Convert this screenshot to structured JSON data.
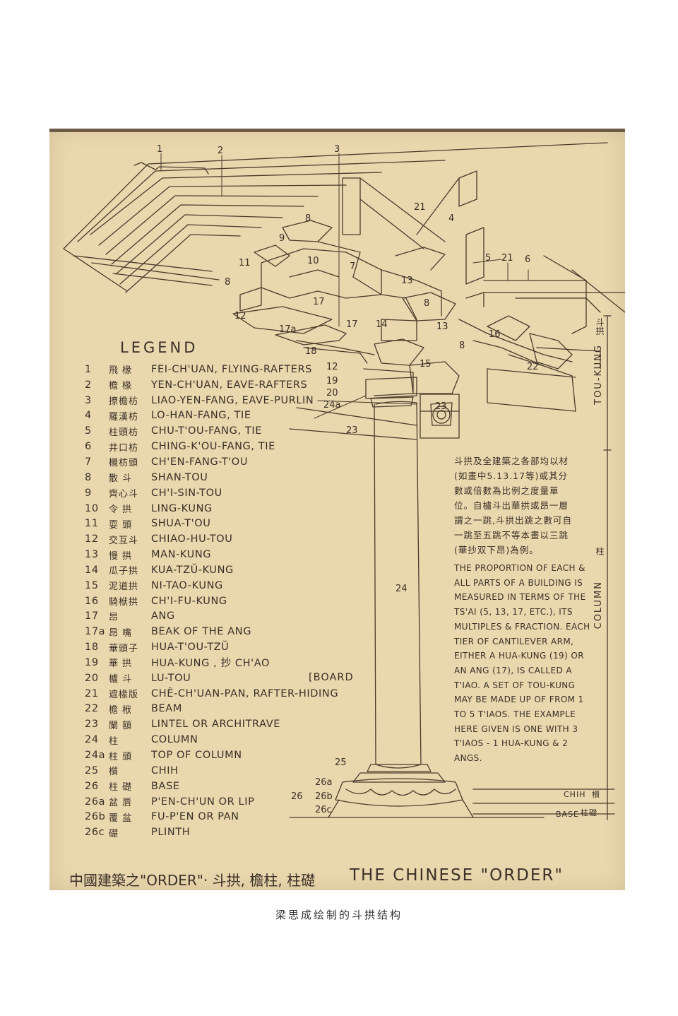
{
  "legend": {
    "title": "LEGEND",
    "items": [
      {
        "num": "1",
        "cn": "飛 椽",
        "en": "FEI-CH'UAN, FLYING-RAFTERS"
      },
      {
        "num": "2",
        "cn": "檐 椽",
        "en": "YEN-CH'UAN, EAVE-RAFTERS"
      },
      {
        "num": "3",
        "cn": "撩檐枋",
        "en": "LIAO-YEN-FANG, EAVE-PURLIN"
      },
      {
        "num": "4",
        "cn": "羅漢枋",
        "en": "LO-HAN-FANG, TIE"
      },
      {
        "num": "5",
        "cn": "柱頭枋",
        "en": "CHU-T'OU-FANG, TIE"
      },
      {
        "num": "6",
        "cn": "井口枋",
        "en": "CHING-K'OU-FANG, TIE"
      },
      {
        "num": "7",
        "cn": "櫬枋頭",
        "en": "CH'EN-FANG-T'OU"
      },
      {
        "num": "8",
        "cn": "散 斗",
        "en": "SHAN-TOU"
      },
      {
        "num": "9",
        "cn": "齊心斗",
        "en": "CH'I-SIN-TOU"
      },
      {
        "num": "10",
        "cn": "令 拱",
        "en": "LING-KUNG"
      },
      {
        "num": "11",
        "cn": "耍 頭",
        "en": "SHUA-T'OU"
      },
      {
        "num": "12",
        "cn": "交互斗",
        "en": "CHIAO-HU-TOU"
      },
      {
        "num": "13",
        "cn": "慢 拱",
        "en": "MAN-KUNG"
      },
      {
        "num": "14",
        "cn": "瓜子拱",
        "en": "KUA-TZŬ-KUNG"
      },
      {
        "num": "15",
        "cn": "泥道拱",
        "en": "NI-TAO-KUNG"
      },
      {
        "num": "16",
        "cn": "騎栿拱",
        "en": "CH'I-FU-KUNG"
      },
      {
        "num": "17",
        "cn": "昂",
        "en": "ANG"
      },
      {
        "num": "17a",
        "cn": "昂 嘴",
        "en": "BEAK OF THE ANG"
      },
      {
        "num": "18",
        "cn": "華頭子",
        "en": "HUA-T'OU-TZŬ"
      },
      {
        "num": "19",
        "cn": "華 拱",
        "en": "HUA-KUNG , 抄 CH'AO"
      },
      {
        "num": "20",
        "cn": "櫨 斗",
        "en": "LU-TOU"
      },
      {
        "num": "21",
        "cn": "遮椽版",
        "en": "CHÊ-CH'UAN-PAN, RAFTER-HIDING"
      },
      {
        "num": "22",
        "cn": "檐 栿",
        "en": "BEAM"
      },
      {
        "num": "23",
        "cn": "闌 額",
        "en": "LINTEL OR ARCHITRAVE"
      },
      {
        "num": "24",
        "cn": "柱",
        "en": "COLUMN"
      },
      {
        "num": "24a",
        "cn": "柱 頭",
        "en": "TOP OF COLUMN"
      },
      {
        "num": "25",
        "cn": "櫍",
        "en": "CHIH"
      },
      {
        "num": "26",
        "cn": "柱 礎",
        "en": "BASE"
      },
      {
        "num": "26a",
        "cn": "盆 唇",
        "en": "P'EN-CH'UN OR LIP"
      },
      {
        "num": "26b",
        "cn": "覆 盆",
        "en": "FU-P'EN OR PAN"
      },
      {
        "num": "26c",
        "cn": "礎",
        "en": "PLINTH"
      }
    ],
    "board_note": "[BOARD"
  },
  "notes": {
    "cn": "斗拱及全建築之各部均以材(如畫中5.13.17等)或其分數或倍數為比例之度量單位。自櫨斗出華拱或昂一層謂之一跳,斗拱出跳之數可自一跳至五跳不等本畫以三跳(華抄双下昂)為例。",
    "en": "THE PROPORTION OF EACH & ALL PARTS OF A BUILDING IS MEASURED IN TERMS OF THE TS'AI (5, 13, 17, ETC.), ITS MULTIPLES & FRACTION. EACH TIER OF CANTILEVER ARM, EITHER A HUA-KUNG (19) OR AN ANG (17), IS CALLED A T'IAO. A SET OF TOU-KUNG MAY BE MADE UP OF FROM 1 TO 5 T'IAOS. THE EXAMPLE HERE GIVEN IS ONE WITH 3 T'IAOS - 1 HUA-KUNG & 2 ANGS."
  },
  "side_labels": {
    "tou_kung": "TOU-KUNG",
    "tou_kung_cn": "斗拱",
    "column": "COLUMN",
    "column_cn": "柱",
    "chih": "CHIH",
    "chih_cn": "櫍",
    "base": "BASE",
    "base_cn": "柱礎"
  },
  "diagram_numbers": {
    "n1": "1",
    "n2": "2",
    "n3": "3",
    "n4": "4",
    "n5": "5",
    "n6": "6",
    "n7": "7",
    "n8a": "8",
    "n8b": "8",
    "n8c": "8",
    "n8d": "8",
    "n9": "9",
    "n10": "10",
    "n11": "11",
    "n12a": "12",
    "n12b": "12",
    "n13a": "13",
    "n13b": "13",
    "n14": "14",
    "n15": "15",
    "n16": "16",
    "n17a": "17",
    "n17b": "17",
    "n17c": "17a",
    "n18": "18",
    "n19": "19",
    "n20": "20",
    "n21a": "21",
    "n21b": "21",
    "n22": "22",
    "n23a": "23",
    "n23b": "23",
    "n24": "24",
    "n24a": "24a",
    "n25": "25",
    "n26": "26",
    "n26a": "26a",
    "n26b": "26b",
    "n26c": "26c"
  },
  "footer": {
    "cn_title": "中國建築之\"ORDER\"· 斗拱, 檐柱, 柱礎",
    "en_title": "THE CHINESE \"ORDER\""
  },
  "caption": "梁思成绘制的斗拱结构",
  "colors": {
    "paper": "#e9d7ae",
    "ink": "#3b3027",
    "page_bg": "#ffffff"
  }
}
